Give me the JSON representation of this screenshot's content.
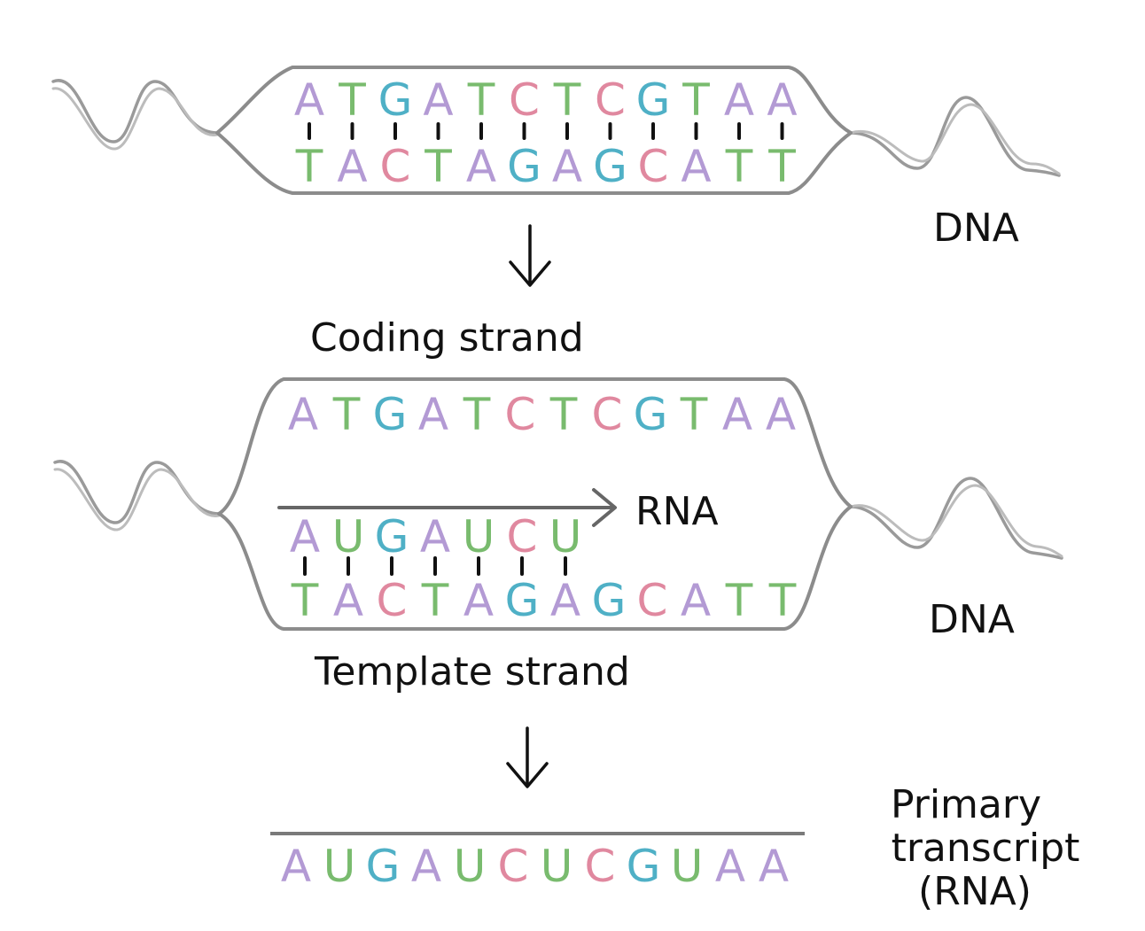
{
  "colors": {
    "A": "#b39ad4",
    "T": "#79bb6e",
    "G": "#4fb0c6",
    "C": "#e0889f",
    "U": "#79bb6e"
  },
  "top_section": {
    "coding_sequence": [
      "A",
      "T",
      "G",
      "A",
      "T",
      "C",
      "T",
      "C",
      "G",
      "T",
      "A",
      "A"
    ],
    "template_sequence": [
      "T",
      "A",
      "C",
      "T",
      "A",
      "G",
      "A",
      "G",
      "C",
      "A",
      "T",
      "T"
    ],
    "dna_label": "DNA"
  },
  "middle_section": {
    "coding_strand_label": "Coding strand",
    "coding_sequence": [
      "A",
      "T",
      "G",
      "A",
      "T",
      "C",
      "T",
      "C",
      "G",
      "T",
      "A",
      "A"
    ],
    "rna_label": "RNA",
    "rna_sequence": [
      "A",
      "U",
      "G",
      "A",
      "U",
      "C",
      "U"
    ],
    "template_sequence": [
      "T",
      "A",
      "C",
      "T",
      "A",
      "G",
      "A",
      "G",
      "C",
      "A",
      "T",
      "T"
    ],
    "template_strand_label": "Template strand",
    "dna_label": "DNA"
  },
  "bottom_section": {
    "transcript_sequence": [
      "A",
      "U",
      "G",
      "A",
      "U",
      "C",
      "U",
      "C",
      "G",
      "U",
      "A",
      "A"
    ],
    "transcript_label_lines": [
      "Primary",
      "transcript",
      "(RNA)"
    ]
  }
}
